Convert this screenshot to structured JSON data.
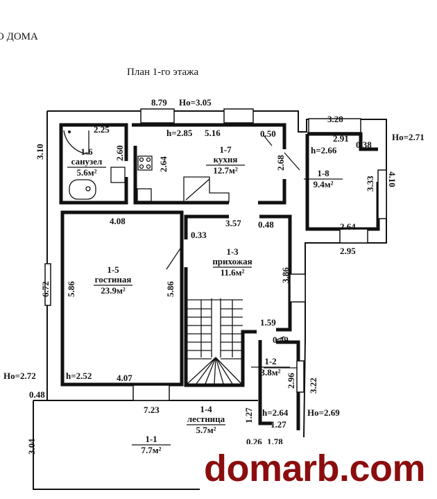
{
  "header": "О ДОМА",
  "title": "План 1-го этажа",
  "rooms": [
    {
      "id": "1-6",
      "name": "санузел",
      "area": "5.6м²"
    },
    {
      "id": "1-7",
      "name": "кухня",
      "area": "12.7м²"
    },
    {
      "id": "1-8",
      "name": "",
      "area": "9.4м²"
    },
    {
      "id": "1-3",
      "name": "прихожая",
      "area": "11.6м²"
    },
    {
      "id": "1-5",
      "name": "гостиная",
      "area": "23.9м²"
    },
    {
      "id": "1-2",
      "name": "",
      "area": "3.8м²"
    },
    {
      "id": "1-4",
      "name": "лестница",
      "area": "5.7м²"
    },
    {
      "id": "1-1",
      "name": "",
      "area": "7.7м²"
    }
  ],
  "dims": [
    "8.79",
    "Ho=3.05",
    "3.10",
    "2.25",
    "2.60",
    "2.64",
    "h=2.85",
    "5.16",
    "0.50",
    "2.68",
    "3.28",
    "2.91",
    "0.38",
    "Ho=2.71",
    "h=2.66",
    "3.33",
    "4.10",
    "4.08",
    "0.33",
    "3.57",
    "0.48",
    "2.64",
    "2.95",
    "3.86",
    "6.72",
    "5.86",
    "5.86",
    "1.59",
    "0.49",
    "2.96",
    "3.22",
    "Ho=2.72",
    "h=2.52",
    "4.07",
    "0.48",
    "7.23",
    "1.27",
    "h=2.64",
    "Ho=2.69",
    "1.27",
    "0.26",
    "1.78",
    "3.04"
  ],
  "watermark": "domarb.com",
  "colors": {
    "watermark": "#8b0d0d",
    "lines": "#111111"
  }
}
